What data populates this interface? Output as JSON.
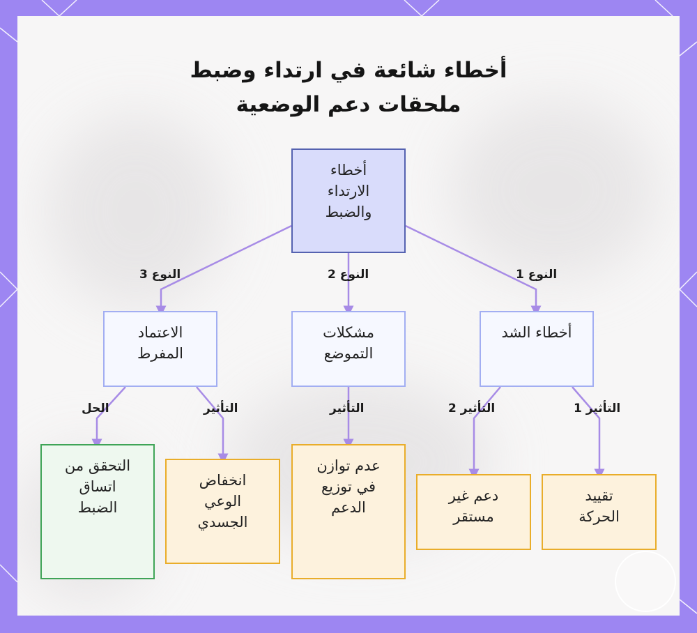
{
  "title": {
    "line1": "أخطاء شائعة في ارتداء وضبط",
    "line2": "ملحقات دعم الوضعية"
  },
  "nodes": {
    "root": "أخطاء\nالارتداء\nوالضبط",
    "type1": "أخطاء الشد",
    "type2": "مشكلات\nالتموضع",
    "type3": "الاعتماد\nالمفرط",
    "effect1a": "تقييد\nالحركة",
    "effect1b": "دعم غير\nمستقر",
    "effect2": "عدم توازن\nفي توزيع\nالدعم",
    "effect3": "انخفاض\nالوعي\nالجسدي",
    "solution3": "التحقق من\nاتساق\nالضبط"
  },
  "edge_labels": {
    "type1": "النوع 1",
    "type2": "النوع 2",
    "type3": "النوع 3",
    "effect1a": "التأثير 1",
    "effect1b": "التأثير 2",
    "effect2": "التأثير",
    "effect3": "التأثير",
    "solution3": "الحل"
  },
  "colors": {
    "frame": "#9d86f2",
    "edge": "#a78be6",
    "root_fill": "#d9dcfb",
    "leaf_border": "#e9ad2a",
    "solution_border": "#3fa457"
  }
}
